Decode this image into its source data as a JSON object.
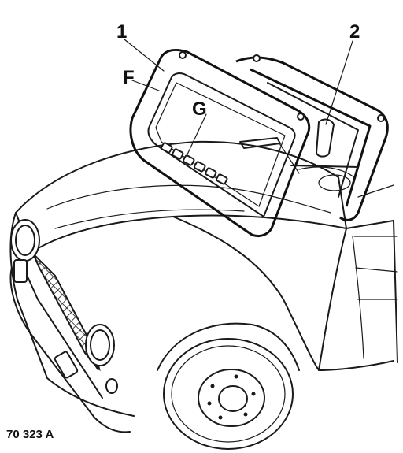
{
  "callouts": {
    "part_1": "1",
    "part_2": "2",
    "label_f": "F",
    "label_g": "G"
  },
  "figure_ref": "70 323 A"
}
